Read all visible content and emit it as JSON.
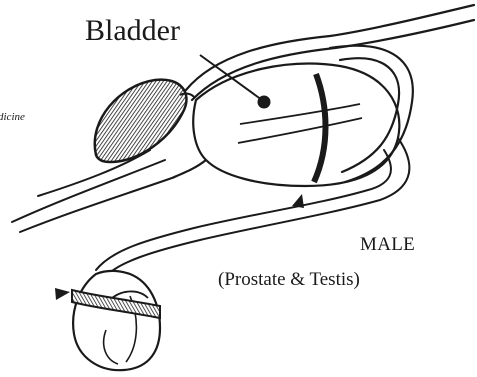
{
  "labels": {
    "bladder": "Bladder",
    "sex": "MALE",
    "organs": "(Prostate & Testis)",
    "partial_left": "dicine"
  },
  "colors": {
    "ink": "#1a1a1a",
    "paper": "#ffffff"
  }
}
